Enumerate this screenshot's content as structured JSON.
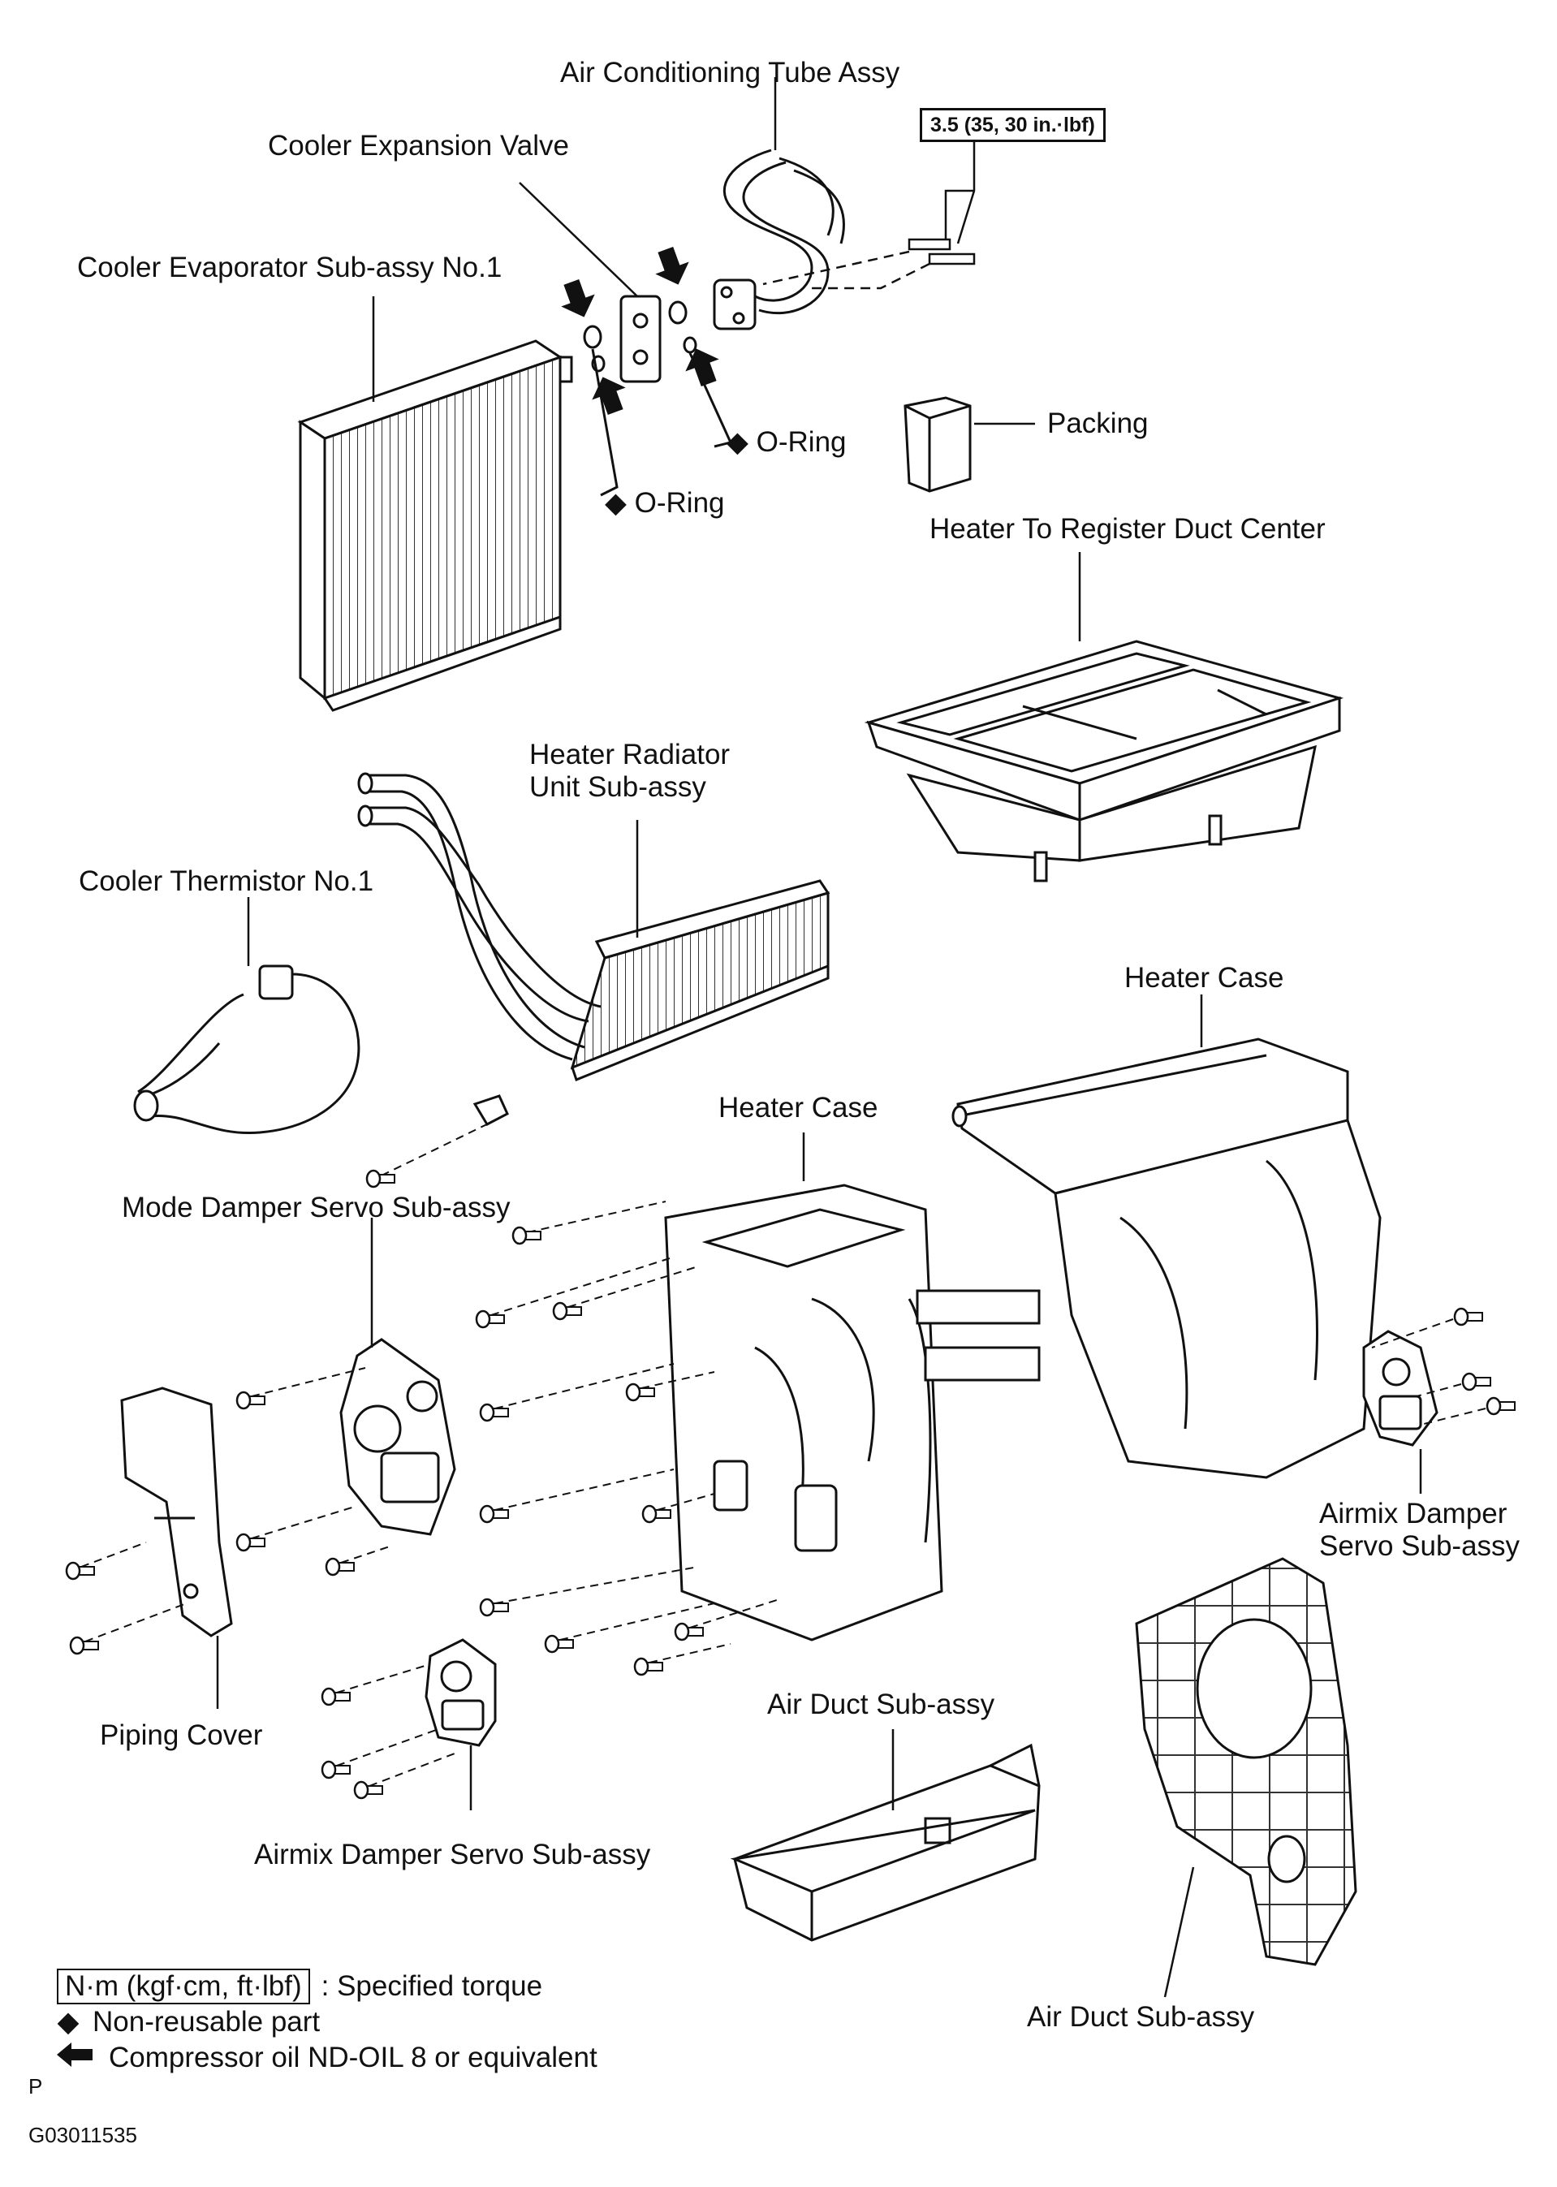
{
  "labels": {
    "air_conditioning_tube_assy": "Air Conditioning Tube Assy",
    "cooler_expansion_valve": "Cooler Expansion Valve",
    "cooler_evaporator": "Cooler Evaporator Sub-assy No.1",
    "o_ring_1": "O-Ring",
    "o_ring_2": "O-Ring",
    "packing": "Packing",
    "heater_to_register_duct": "Heater To Register Duct Center",
    "heater_radiator_line1": "Heater Radiator",
    "heater_radiator_line2": "Unit Sub-assy",
    "cooler_thermistor": "Cooler Thermistor No.1",
    "heater_case_right": "Heater Case",
    "heater_case_center": "Heater Case",
    "mode_damper_servo": "Mode Damper Servo Sub-assy",
    "airmix_right_line1": "Airmix Damper",
    "airmix_right_line2": "Servo Sub-assy",
    "piping_cover": "Piping Cover",
    "air_duct_center": "Air Duct Sub-assy",
    "airmix_bottom": "Airmix Damper Servo Sub-assy",
    "air_duct_right": "Air Duct Sub-assy"
  },
  "torque_spec": "3.5 (35, 30 in.·lbf)",
  "legend": {
    "torque_unit": "N·m (kgf·cm, ft·lbf)",
    "torque_desc": ": Specified torque",
    "non_reusable_symbol": "◆",
    "non_reusable": "Non-reusable part",
    "compressor_oil": "Compressor oil ND-OIL 8 or equivalent"
  },
  "footer": {
    "marker": "P",
    "figure_id": "G03011535"
  }
}
